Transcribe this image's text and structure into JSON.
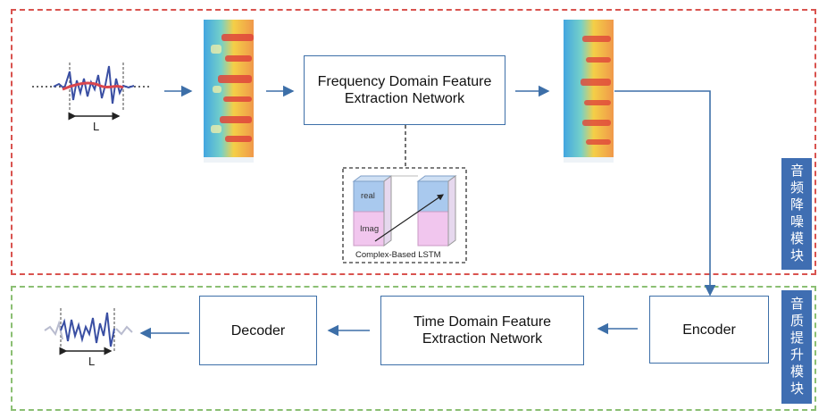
{
  "modules": {
    "denoise_label": "音频降噪模块",
    "enhance_label": "音质提升模块"
  },
  "boxes": {
    "freq_net": "Frequency Domain Feature Extraction Network",
    "time_net": "Time Domain Feature Extraction Network",
    "encoder": "Encoder",
    "decoder": "Decoder"
  },
  "lstm": {
    "caption": "Complex-Based LSTM",
    "real_label": "real",
    "imag_label": "Imag"
  },
  "waveform": {
    "length_label_top": "L",
    "length_label_bottom": "L"
  },
  "colors": {
    "arrow": "#3d6fa8",
    "box_border": "#3d6fa8",
    "module_badge": "#3f6eb2",
    "frame_top": "#d9534f",
    "frame_bottom": "#8bbf73",
    "lstm_real": "#a9c9ee",
    "lstm_imag": "#f1c6ee",
    "waveform_noisy": "#3a4fa3",
    "waveform_smooth": "#d9464e"
  }
}
